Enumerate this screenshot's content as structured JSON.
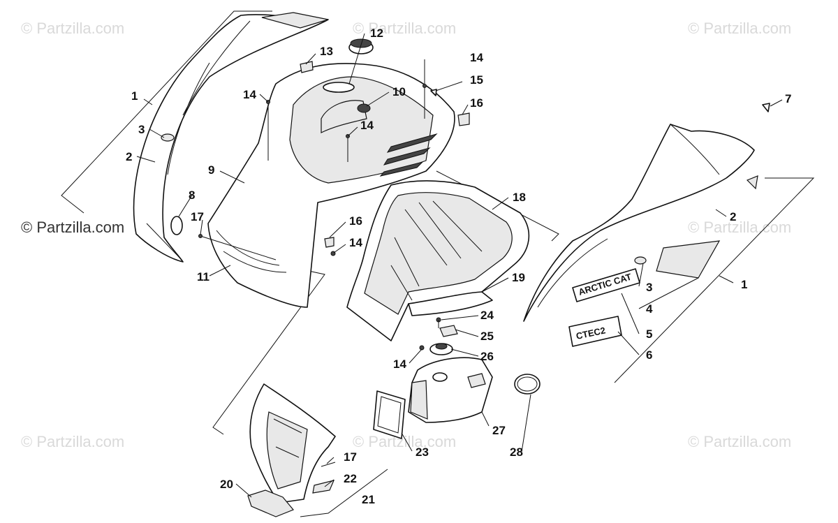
{
  "watermarks": [
    {
      "text": "© Partzilla.com",
      "style": "faint"
    },
    {
      "text": "© Partzilla.com",
      "style": "faint"
    },
    {
      "text": "© Partzilla.com",
      "style": "faint"
    },
    {
      "text": "© Partzilla.com",
      "style": "dark"
    },
    {
      "text": "© Partzilla.com",
      "style": "faint"
    },
    {
      "text": "© Partzilla.com",
      "style": "faint"
    },
    {
      "text": "© Partzilla.com",
      "style": "faint"
    },
    {
      "text": "© Partzilla.com",
      "style": "faint"
    }
  ],
  "callouts": [
    "1",
    "2",
    "3",
    "8",
    "17",
    "11",
    "9",
    "14",
    "13",
    "12",
    "10",
    "14",
    "14",
    "15",
    "16",
    "16",
    "14",
    "18",
    "19",
    "24",
    "25",
    "26",
    "14",
    "27",
    "23",
    "28",
    "17",
    "22",
    "20",
    "21",
    "7",
    "2",
    "1",
    "3",
    "4",
    "5",
    "6"
  ],
  "decals": {
    "brand": "ARCTIC CAT",
    "model": "CTEC2"
  },
  "colors": {
    "line": "#111111",
    "watermark": "#d9d9d9"
  }
}
